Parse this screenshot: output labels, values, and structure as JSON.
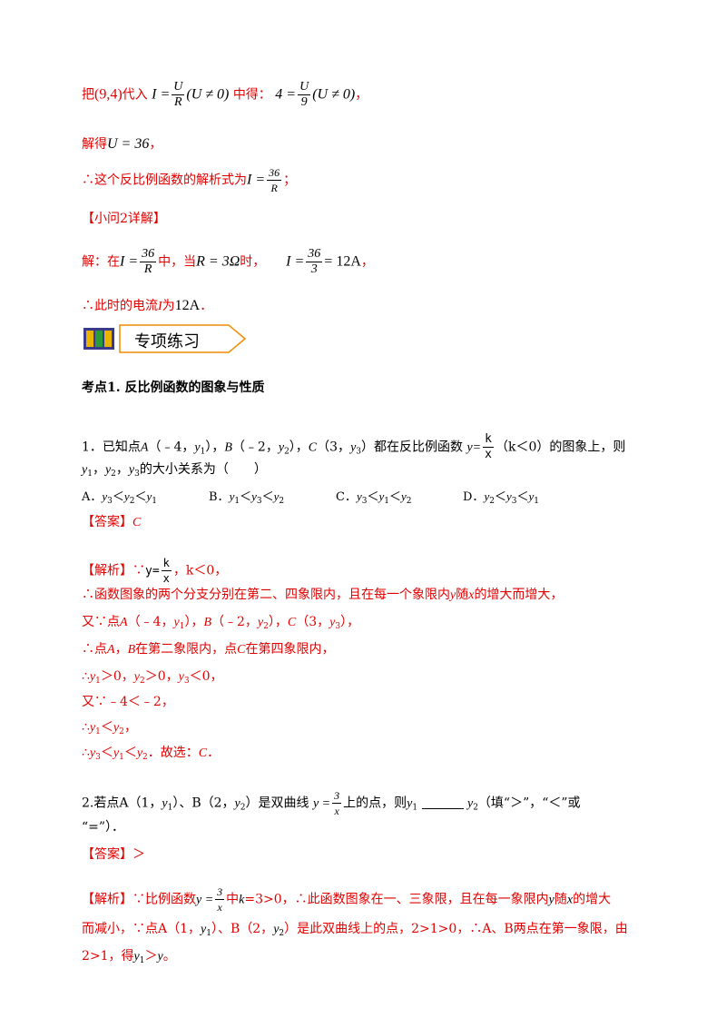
{
  "sol1": {
    "l1_a": "把",
    "l1_pt": "(9,4)",
    "l1_b": "代入",
    "l1_eq_lhs": "I =",
    "l1_num": "U",
    "l1_den": "R",
    "l1_cond": "(U ≠ 0)",
    "l1_c": "中得：",
    "l1_eq2_lhs": "4 =",
    "l1_num2": "U",
    "l1_den2": "9",
    "l1_cond2": "(U ≠ 0)",
    "l1_end": "，",
    "l2_a": "解得",
    "l2_eq": "U = 36",
    "l2_end": "，",
    "l3_a": "∴这个反比例函数的解析式为",
    "l3_lhs": "I =",
    "l3_num": "36",
    "l3_den": "R",
    "l3_end": "；"
  },
  "q2head": "【小问2详解】",
  "sol2": {
    "l1_a": "解：在",
    "l1_lhs": "I =",
    "l1_num": "36",
    "l1_den": "R",
    "l1_b": "中，当",
    "l1_eq": "R = 3Ω",
    "l1_c": "时，",
    "l1_lhs2": "I =",
    "l1_num2": "36",
    "l1_den2": "3",
    "l1_res": "= 12A",
    "l1_end": "，",
    "l2_a": "∴此时的电流",
    "l2_i": "I",
    "l2_b": "为",
    "l2_val": "12A",
    "l2_end": "．"
  },
  "banner": {
    "title": "专项练习"
  },
  "section": "考点1.  反比例函数的图象与性质",
  "q1": {
    "text_a": "1．已知点",
    "A": "A",
    "ptA": "（﹣4，",
    "y": "y",
    "s1": "1",
    "close1": "），",
    "B": "B",
    "ptB": "（﹣2，",
    "s2": "2",
    "close2": "），",
    "C": "C",
    "ptC": "（3，",
    "s3": "3",
    "close3": "）都在反比例函数",
    "fn_lhs": "y=",
    "fn_num": "k",
    "fn_den": "x",
    "fn_cond": "（k＜0）的图象上，则",
    "line2_a": "，",
    "line2_b": "，",
    "line2_c": "的大小关系为（　　）",
    "optA_label": "A．",
    "optA_rel": "＜",
    "optB_label": "B．",
    "optC_label": "C．",
    "optD_label": "D．",
    "answer_label": "【答案】",
    "answer": "C",
    "analysis_label": "【解析】∵",
    "an_lhs": "y=",
    "an_num": "k",
    "an_den": "x",
    "an_cond": "，k＜0，",
    "a2": "∴函数图象的两个分支分别在第二、四象限内，且在每一个象限内",
    "a2_y": "y",
    "a2_b": "随",
    "a2_x": "x",
    "a2_c": "的增大而增大，",
    "a3": "又∵点",
    "a3_tail": "），",
    "a4_a": "∴点",
    "a4_b": "在第二象限内，点",
    "a4_c": "在第四象限内，",
    "a5_a": "∴",
    "a5_b": "＞0，",
    "a5_c": "＜0，",
    "a6": "又∵﹣4＜﹣2，",
    "a7_a": "∴",
    "a8_a": "∴",
    "a8_tail": "．故选：",
    "a8_end": "．"
  },
  "q2": {
    "text_a": "2.若点A（1，",
    "y": "y",
    "s1": "1",
    "mid": "）、B（2，",
    "s2": "2",
    "text_b": "）是双曲线",
    "fn_lhs": "y =",
    "fn_num": "3",
    "fn_den": "x",
    "text_c": "上的点，则",
    "text_d": "（填“＞”，“＜”或",
    "line2": "“=”）．",
    "answer_label": "【答案】",
    "answer": "＞",
    "analysis_label": "【解析】∵比例函数",
    "an_fn_lhs": "y =",
    "an_num": "3",
    "an_den": "x",
    "an_zhong": "中",
    "an_k": "k",
    "an_b": "=3>0，∴此函数图象在一、三象限，且在每一象限内",
    "an_y": "y",
    "an_sui": "随",
    "an_x": "x",
    "an_c": "的增大",
    "l2_a": "而减小，∵点A（1，",
    "l2_b": "）、B（2，",
    "l2_c": "）是此双曲线上的点，2>1>0，∴A、B两点在第一象限，由",
    "l3_a": "2>1，得",
    "l3_gt": "＞",
    "l3_end": "。"
  }
}
